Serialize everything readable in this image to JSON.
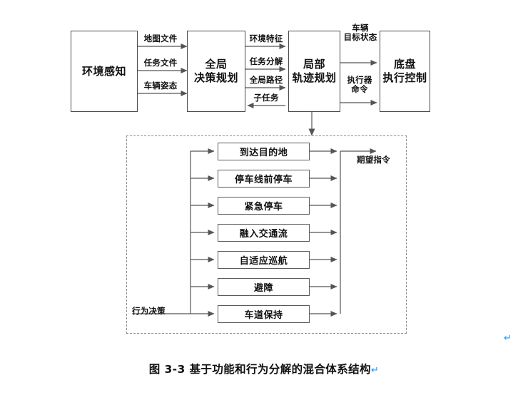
{
  "figure": {
    "caption": "图  3-3 基于功能和行为分解的混合体系结构",
    "caption_mark": "↵",
    "trailing_mark": "↵"
  },
  "pipeline": {
    "boxes": [
      {
        "id": "perception",
        "label": "环境感知",
        "lines": [
          "环境感知"
        ]
      },
      {
        "id": "global-planner",
        "label": "全局决策规划",
        "lines": [
          "全局",
          "决策规划"
        ]
      },
      {
        "id": "local-planner",
        "label": "局部轨迹规划",
        "lines": [
          "局部",
          "轨迹规划"
        ]
      },
      {
        "id": "chassis-control",
        "label": "底盘执行控制",
        "lines": [
          "底盘",
          "执行控制"
        ]
      }
    ],
    "edges": [
      {
        "id": "map-file",
        "label": "地图文件",
        "lines": [
          "地图文件"
        ],
        "direction": "right"
      },
      {
        "id": "mission-file",
        "label": "任务文件",
        "lines": [
          "任务文件"
        ],
        "direction": "right"
      },
      {
        "id": "vehicle-pose",
        "label": "车辆姿态",
        "lines": [
          "车辆姿态"
        ],
        "direction": "right"
      },
      {
        "id": "env-feature",
        "label": "环境特征",
        "lines": [
          "环境特征"
        ],
        "direction": "right"
      },
      {
        "id": "task-decomposition",
        "label": "任务分解",
        "lines": [
          "任务分解"
        ],
        "direction": "right"
      },
      {
        "id": "global-route",
        "label": "全局路径",
        "lines": [
          "全局路径"
        ],
        "direction": "right"
      },
      {
        "id": "sub-task",
        "label": "子任务",
        "lines": [
          "子任务"
        ],
        "direction": "left"
      },
      {
        "id": "vehicle-target-state",
        "label": "车辆目标状态",
        "lines": [
          "车辆",
          "目标状态"
        ],
        "direction": "right"
      },
      {
        "id": "actuator-command",
        "label": "执行器命令",
        "lines": [
          "执行器",
          "命令"
        ],
        "direction": "right"
      }
    ]
  },
  "behavior_region": {
    "input_label": "行为决策",
    "output_label": "期望指令",
    "behaviors": [
      {
        "id": "reach-destination",
        "label": "到达目的地"
      },
      {
        "id": "stop-before-stopline",
        "label": "停车线前停车"
      },
      {
        "id": "emergency-stop",
        "label": "紧急停车"
      },
      {
        "id": "merge-into-traffic",
        "label": "融入交通流"
      },
      {
        "id": "adaptive-cruise",
        "label": "自适应巡航"
      },
      {
        "id": "obstacle-avoidance",
        "label": "避障"
      },
      {
        "id": "lane-keeping",
        "label": "车道保持"
      }
    ]
  },
  "style": {
    "box_stroke": "#4a4a4a",
    "dashed_stroke": "#8d8d8d",
    "arrow_stroke": "#555555",
    "text_color": "#111111",
    "mark_color": "#2196f3",
    "background": "#ffffff"
  }
}
